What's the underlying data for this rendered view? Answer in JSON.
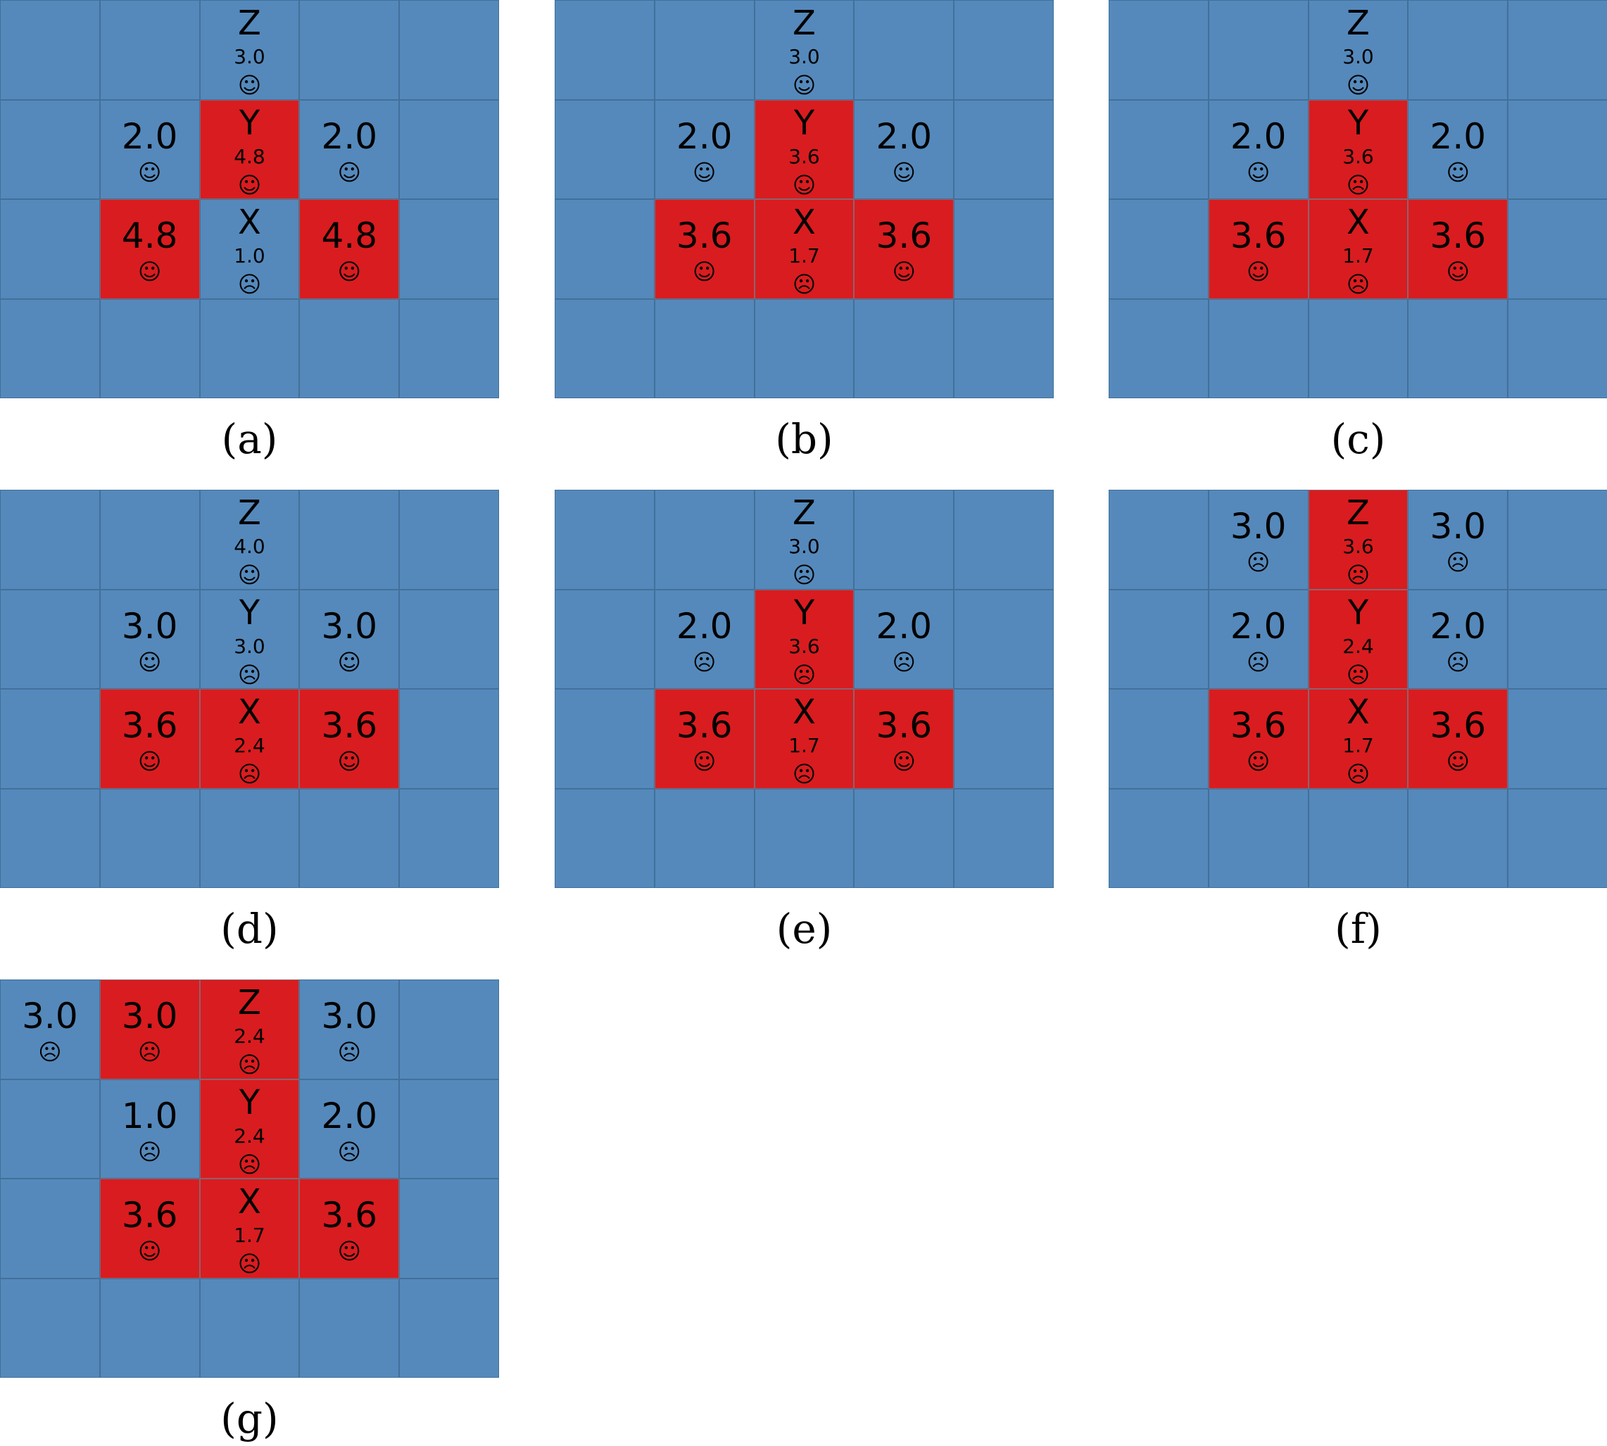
{
  "legend": {
    "happy": "☺",
    "unhappy": "☹"
  },
  "colors": {
    "occupied": "#d91c1f",
    "empty": "#5589bb"
  },
  "panels": [
    {
      "id": "a",
      "caption": "(a)",
      "cells": [
        {
          "r": 0,
          "c": 2,
          "color": "blue",
          "letter": "Z",
          "value": "3.0",
          "mood": "happy"
        },
        {
          "r": 1,
          "c": 1,
          "color": "blue",
          "value": "2.0",
          "mood": "happy"
        },
        {
          "r": 1,
          "c": 2,
          "color": "red",
          "letter": "Y",
          "value": "4.8",
          "mood": "happy"
        },
        {
          "r": 1,
          "c": 3,
          "color": "blue",
          "value": "2.0",
          "mood": "happy"
        },
        {
          "r": 2,
          "c": 1,
          "color": "red",
          "value": "4.8",
          "mood": "happy"
        },
        {
          "r": 2,
          "c": 2,
          "color": "blue",
          "letter": "X",
          "value": "1.0",
          "mood": "unhappy"
        },
        {
          "r": 2,
          "c": 3,
          "color": "red",
          "value": "4.8",
          "mood": "happy"
        }
      ]
    },
    {
      "id": "b",
      "caption": "(b)",
      "cells": [
        {
          "r": 0,
          "c": 2,
          "color": "blue",
          "letter": "Z",
          "value": "3.0",
          "mood": "happy"
        },
        {
          "r": 1,
          "c": 1,
          "color": "blue",
          "value": "2.0",
          "mood": "happy"
        },
        {
          "r": 1,
          "c": 2,
          "color": "red",
          "letter": "Y",
          "value": "3.6",
          "mood": "happy"
        },
        {
          "r": 1,
          "c": 3,
          "color": "blue",
          "value": "2.0",
          "mood": "happy"
        },
        {
          "r": 2,
          "c": 1,
          "color": "red",
          "value": "3.6",
          "mood": "happy"
        },
        {
          "r": 2,
          "c": 2,
          "color": "red",
          "letter": "X",
          "value": "1.7",
          "mood": "unhappy"
        },
        {
          "r": 2,
          "c": 3,
          "color": "red",
          "value": "3.6",
          "mood": "happy"
        }
      ]
    },
    {
      "id": "c",
      "caption": "(c)",
      "cells": [
        {
          "r": 0,
          "c": 2,
          "color": "blue",
          "letter": "Z",
          "value": "3.0",
          "mood": "happy"
        },
        {
          "r": 1,
          "c": 1,
          "color": "blue",
          "value": "2.0",
          "mood": "happy"
        },
        {
          "r": 1,
          "c": 2,
          "color": "red",
          "letter": "Y",
          "value": "3.6",
          "mood": "unhappy"
        },
        {
          "r": 1,
          "c": 3,
          "color": "blue",
          "value": "2.0",
          "mood": "happy"
        },
        {
          "r": 2,
          "c": 1,
          "color": "red",
          "value": "3.6",
          "mood": "happy"
        },
        {
          "r": 2,
          "c": 2,
          "color": "red",
          "letter": "X",
          "value": "1.7",
          "mood": "unhappy"
        },
        {
          "r": 2,
          "c": 3,
          "color": "red",
          "value": "3.6",
          "mood": "happy"
        }
      ]
    },
    {
      "id": "d",
      "caption": "(d)",
      "cells": [
        {
          "r": 0,
          "c": 2,
          "color": "blue",
          "letter": "Z",
          "value": "4.0",
          "mood": "happy"
        },
        {
          "r": 1,
          "c": 1,
          "color": "blue",
          "value": "3.0",
          "mood": "happy"
        },
        {
          "r": 1,
          "c": 2,
          "color": "blue",
          "letter": "Y",
          "value": "3.0",
          "mood": "unhappy"
        },
        {
          "r": 1,
          "c": 3,
          "color": "blue",
          "value": "3.0",
          "mood": "happy"
        },
        {
          "r": 2,
          "c": 1,
          "color": "red",
          "value": "3.6",
          "mood": "happy"
        },
        {
          "r": 2,
          "c": 2,
          "color": "red",
          "letter": "X",
          "value": "2.4",
          "mood": "unhappy"
        },
        {
          "r": 2,
          "c": 3,
          "color": "red",
          "value": "3.6",
          "mood": "happy"
        }
      ]
    },
    {
      "id": "e",
      "caption": "(e)",
      "cells": [
        {
          "r": 0,
          "c": 2,
          "color": "blue",
          "letter": "Z",
          "value": "3.0",
          "mood": "unhappy"
        },
        {
          "r": 1,
          "c": 1,
          "color": "blue",
          "value": "2.0",
          "mood": "unhappy"
        },
        {
          "r": 1,
          "c": 2,
          "color": "red",
          "letter": "Y",
          "value": "3.6",
          "mood": "unhappy"
        },
        {
          "r": 1,
          "c": 3,
          "color": "blue",
          "value": "2.0",
          "mood": "unhappy"
        },
        {
          "r": 2,
          "c": 1,
          "color": "red",
          "value": "3.6",
          "mood": "happy"
        },
        {
          "r": 2,
          "c": 2,
          "color": "red",
          "letter": "X",
          "value": "1.7",
          "mood": "unhappy"
        },
        {
          "r": 2,
          "c": 3,
          "color": "red",
          "value": "3.6",
          "mood": "happy"
        }
      ]
    },
    {
      "id": "f",
      "caption": "(f)",
      "cells": [
        {
          "r": 0,
          "c": 1,
          "color": "blue",
          "value": "3.0",
          "mood": "unhappy"
        },
        {
          "r": 0,
          "c": 2,
          "color": "red",
          "letter": "Z",
          "value": "3.6",
          "mood": "unhappy"
        },
        {
          "r": 0,
          "c": 3,
          "color": "blue",
          "value": "3.0",
          "mood": "unhappy"
        },
        {
          "r": 1,
          "c": 1,
          "color": "blue",
          "value": "2.0",
          "mood": "unhappy"
        },
        {
          "r": 1,
          "c": 2,
          "color": "red",
          "letter": "Y",
          "value": "2.4",
          "mood": "unhappy"
        },
        {
          "r": 1,
          "c": 3,
          "color": "blue",
          "value": "2.0",
          "mood": "unhappy"
        },
        {
          "r": 2,
          "c": 1,
          "color": "red",
          "value": "3.6",
          "mood": "happy"
        },
        {
          "r": 2,
          "c": 2,
          "color": "red",
          "letter": "X",
          "value": "1.7",
          "mood": "unhappy"
        },
        {
          "r": 2,
          "c": 3,
          "color": "red",
          "value": "3.6",
          "mood": "happy"
        }
      ]
    },
    {
      "id": "g",
      "caption": "(g)",
      "cells": [
        {
          "r": 0,
          "c": 0,
          "color": "blue",
          "value": "3.0",
          "mood": "unhappy"
        },
        {
          "r": 0,
          "c": 1,
          "color": "red",
          "value": "3.0",
          "mood": "unhappy"
        },
        {
          "r": 0,
          "c": 2,
          "color": "red",
          "letter": "Z",
          "value": "2.4",
          "mood": "unhappy"
        },
        {
          "r": 0,
          "c": 3,
          "color": "blue",
          "value": "3.0",
          "mood": "unhappy"
        },
        {
          "r": 1,
          "c": 1,
          "color": "blue",
          "value": "1.0",
          "mood": "unhappy"
        },
        {
          "r": 1,
          "c": 2,
          "color": "red",
          "letter": "Y",
          "value": "2.4",
          "mood": "unhappy"
        },
        {
          "r": 1,
          "c": 3,
          "color": "blue",
          "value": "2.0",
          "mood": "unhappy"
        },
        {
          "r": 2,
          "c": 1,
          "color": "red",
          "value": "3.6",
          "mood": "happy"
        },
        {
          "r": 2,
          "c": 2,
          "color": "red",
          "letter": "X",
          "value": "1.7",
          "mood": "unhappy"
        },
        {
          "r": 2,
          "c": 3,
          "color": "red",
          "value": "3.6",
          "mood": "happy"
        }
      ]
    }
  ]
}
